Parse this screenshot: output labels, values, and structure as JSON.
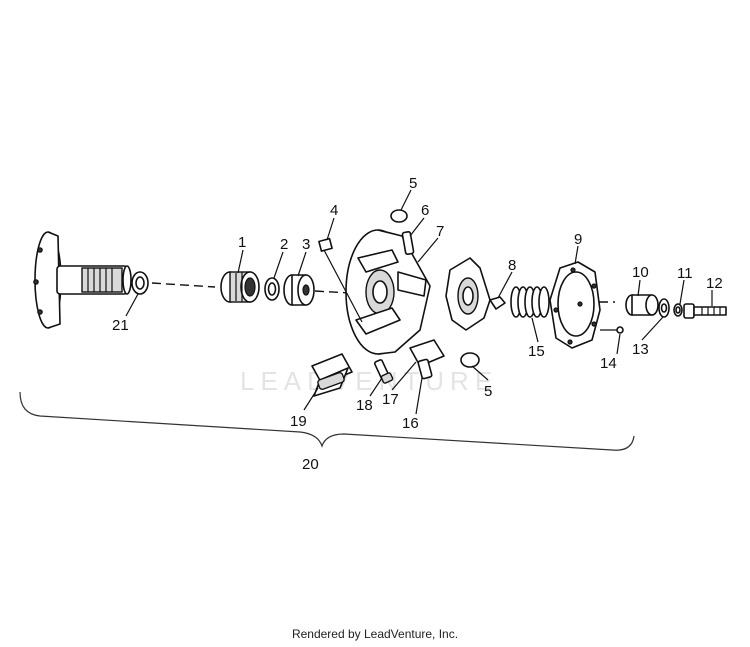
{
  "watermark": "LEADVENTURE",
  "footer": "Rendered by LeadVenture, Inc.",
  "callouts": {
    "c1": "1",
    "c2": "2",
    "c3": "3",
    "c4": "4",
    "c5a": "5",
    "c5b": "5",
    "c6": "6",
    "c7": "7",
    "c8": "8",
    "c9": "9",
    "c10": "10",
    "c11": "11",
    "c12": "12",
    "c13": "13",
    "c14": "14",
    "c15": "15",
    "c16": "16",
    "c17": "17",
    "c18": "18",
    "c19": "19",
    "c20": "20",
    "c21": "21"
  }
}
